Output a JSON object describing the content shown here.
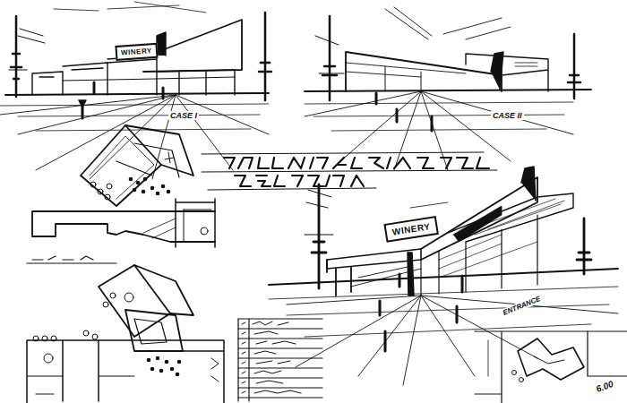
{
  "diagram": {
    "nodes": [
      {
        "text": [
          "WINERY"
        ]
      },
      {
        "text": [
          "WINERY"
        ]
      }
    ],
    "labels": [
      "CASE I",
      "CASE II",
      "ENTRANCE",
      "6.00"
    ]
  }
}
